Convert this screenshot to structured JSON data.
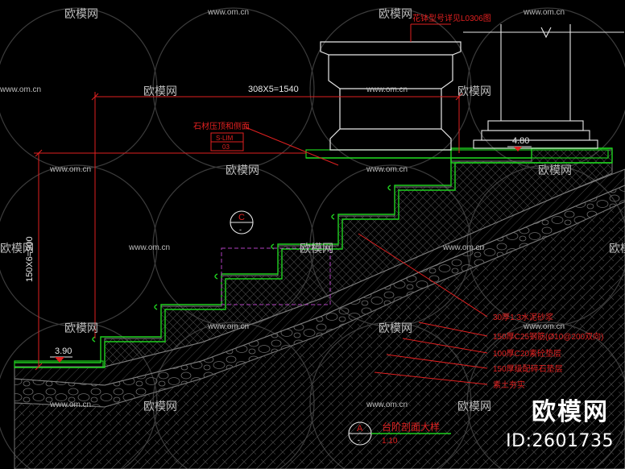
{
  "watermark": {
    "site": "www.om.cn",
    "brand": "欧模网",
    "id_label": "ID:2601735"
  },
  "drawing": {
    "top_note": "花钵型号详见L0306图",
    "dimension_horizontal": "308X5=1540",
    "dimension_vertical": "150X6=900",
    "material_note": "石材压顶和侧面",
    "tag_code": "S-LIM",
    "tag_number": "03",
    "section_marker_letter": "C",
    "section_marker_sub": "-",
    "level_high": "4.80",
    "level_low": "3.90",
    "layers": [
      "30厚1:3水泥砂浆",
      "150厚C25钢筋(Ø10@200双向)",
      "100厚C20素砼垫层",
      "150厚级配碎石垫层",
      "素土夯实"
    ],
    "title_letter": "A",
    "title_sub": "-",
    "title_text": "台阶剖面大样",
    "title_scale": "1:10"
  },
  "colors": {
    "background": "#000000",
    "green_line": "#1fd01f",
    "red_line": "#e02020",
    "white_line": "#e8e8e8",
    "gray_hatch": "#8a8a8a",
    "magenta": "#b040c0",
    "watermark": "#bdbdbd"
  }
}
